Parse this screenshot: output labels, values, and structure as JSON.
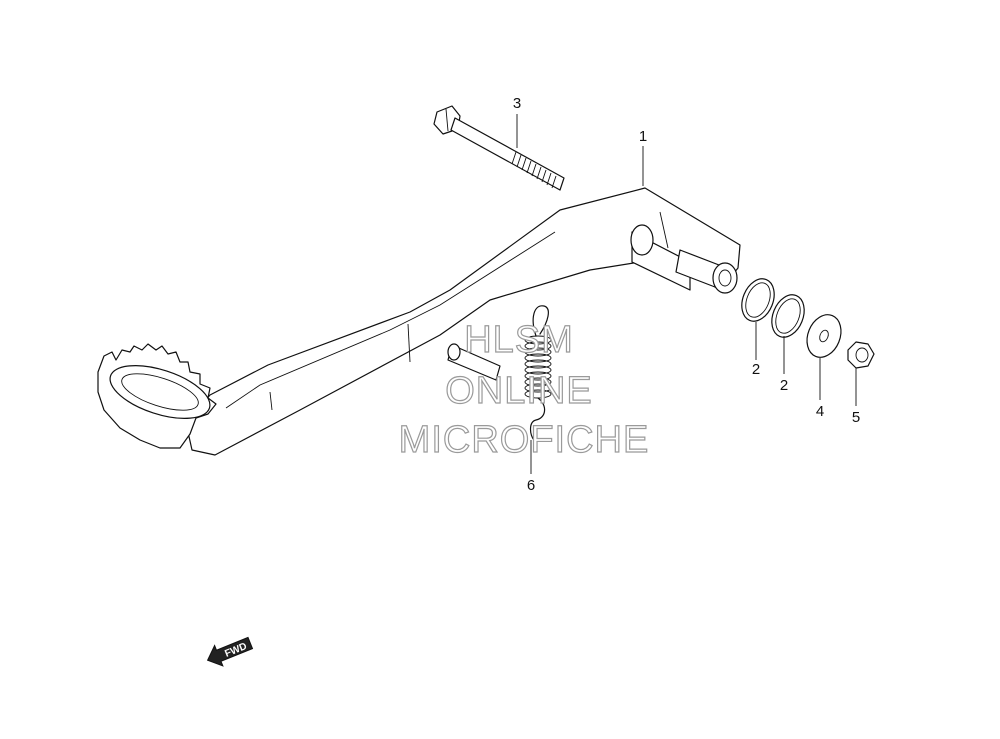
{
  "callouts": {
    "c1": "1",
    "c2a": "2",
    "c2b": "2",
    "c3": "3",
    "c4": "4",
    "c5": "5",
    "c6": "6"
  },
  "watermark": {
    "line1": "HLSM",
    "line2": "ONLINE",
    "line3": "MICROFICHE"
  },
  "direction": {
    "label": "FWD",
    "icon": "arrow-left-icon"
  }
}
